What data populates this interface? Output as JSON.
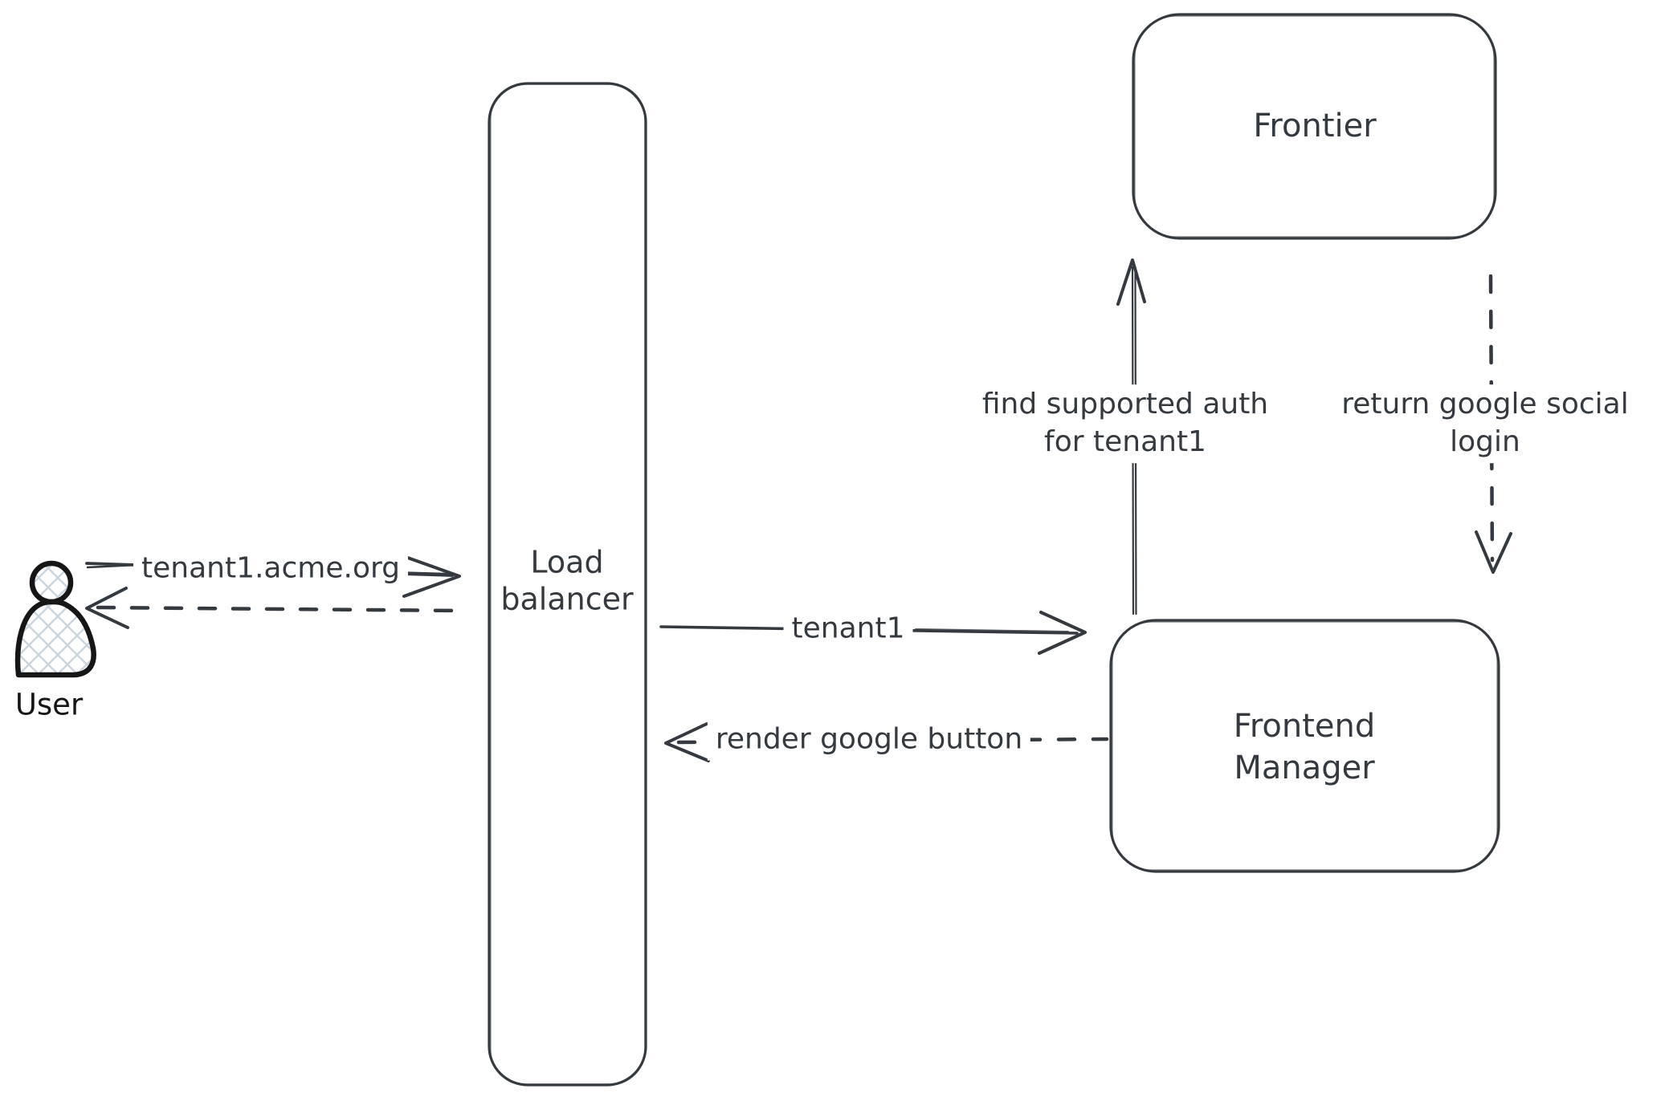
{
  "nodes": {
    "user": {
      "label": "User"
    },
    "load_balancer": {
      "line1": "Load",
      "line2": "balancer"
    },
    "frontier": {
      "label": "Frontier"
    },
    "frontend_manager": {
      "line1": "Frontend",
      "line2": "Manager"
    }
  },
  "edges": {
    "user_to_lb": {
      "label": "tenant1.acme.org",
      "style": "solid",
      "direction": "right"
    },
    "lb_to_user": {
      "style": "dashed",
      "direction": "left"
    },
    "lb_to_fm": {
      "label": "tenant1",
      "style": "solid",
      "direction": "right"
    },
    "fm_to_lb": {
      "label": "render google button",
      "style": "dashed",
      "direction": "left"
    },
    "fm_to_frontier": {
      "line1": "find supported auth",
      "line2": "for tenant1",
      "style": "solid",
      "direction": "up"
    },
    "frontier_to_fm": {
      "line1": "return google social",
      "line2": "login",
      "style": "dashed",
      "direction": "down"
    }
  },
  "colors": {
    "ink": "#343a40",
    "user_ink": "#161616",
    "user_hatch": "#c9d4e0",
    "canvas": "#ffffff"
  }
}
